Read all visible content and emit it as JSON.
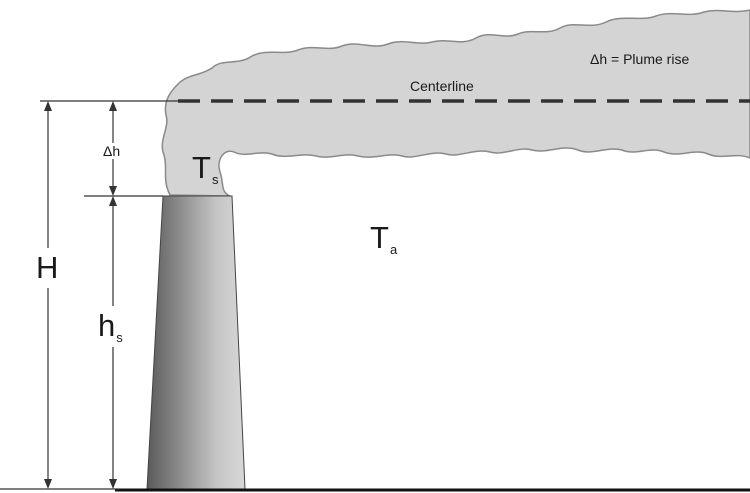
{
  "labels": {
    "plume_rise": "Δh = Plume rise",
    "centerline": "Centerline",
    "delta_h": "Δh",
    "stack_temp": "T",
    "stack_temp_sub": "s",
    "ambient_temp": "T",
    "ambient_temp_sub": "a",
    "effective_height": "H",
    "stack_height": "h",
    "stack_height_sub": "s"
  },
  "colors": {
    "plume_fill": "#d4d4d4",
    "plume_edge": "#8a8a8a",
    "line": "#333333",
    "stack_dark": "#5a5a5a",
    "stack_light": "#d6d6d6"
  }
}
